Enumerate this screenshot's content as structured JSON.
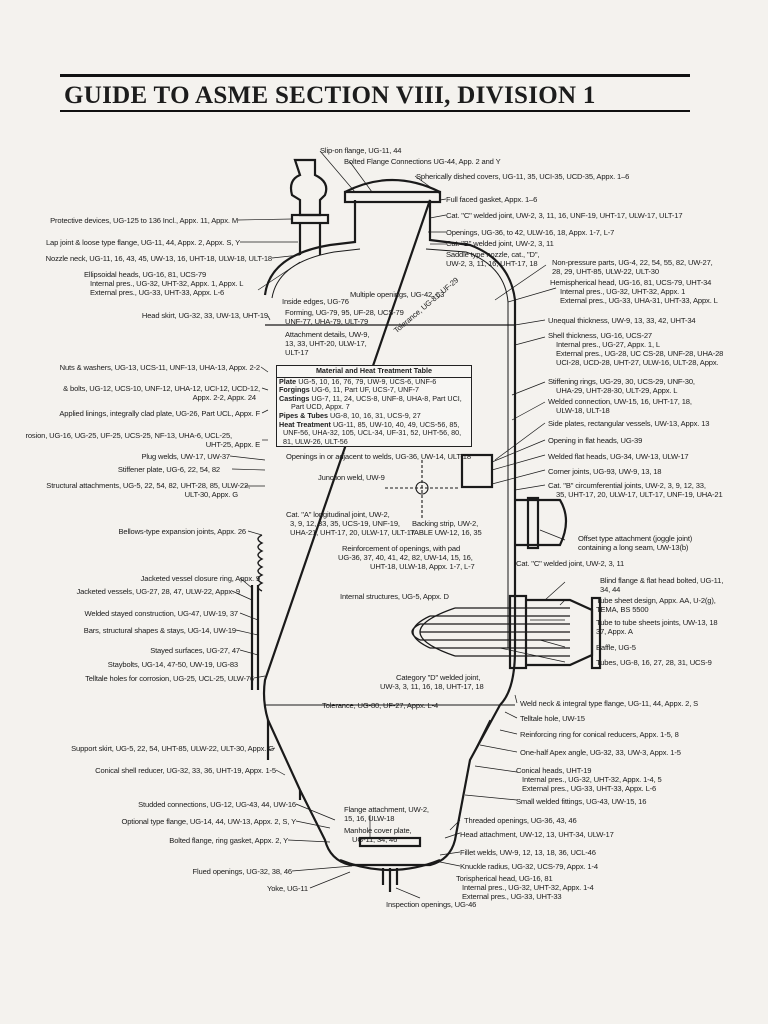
{
  "page": {
    "title": "GUIDE TO ASME SECTION VIII, DIVISION 1"
  },
  "labels": {
    "slip_on": "Slip-on flange, UG-11, 44",
    "bolted_flange_conn": "Bolted Flange Connections UG-44, App. 2 and Y",
    "spherical_covers": "Spherically dished covers, UG-11, 35, UCI-35, UCD-35, Appx. 1–6",
    "full_face": "Full faced gasket, Appx. 1–6",
    "cat_c": "Cat. \"C\" welded joint, UW-2, 3, 11, 16, UNF-19, UHT-17, ULW-17, ULT-17",
    "openings": "Openings, UG-36, to 42, ULW-16, 18, Appx. 1-7, L-7",
    "cat_b": "Cat. \"B\" welded joint, UW-2, 3, 11",
    "saddle1": "Saddle type nozzle, cat., \"D\",",
    "saddle2": "UW-2, 3, 11, 16, UHT-17, 18",
    "nonpress1": "Non-pressure parts, UG-4, 22, 54, 55, 82, UW-27,",
    "nonpress2": "28, 29, UHT-85, ULW-22, ULT-30",
    "hemi1": "Hemispherical head, UG-16, 81, UCS-79, UHT-34",
    "hemi2": "Internal pres., UG-32, UHT-32, Appx. 1",
    "hemi3": "External pres., UG-33, UHA-31, UHT-33, Appx. L",
    "protective": "Protective devices, UG-125 to 136 Incl., Appx. 11, Appx. M",
    "lap_joint": "Lap joint & loose type flange, UG-11, 44, Appx. 2, Appx. S, Y",
    "nozzle_neck": "Nozzle neck, UG-11, 16, 43, 45, UW-13, 16, UHT-18, ULW-18, ULT-18",
    "ellip1": "Ellipsoidal heads, UG-16, 81, UCS-79",
    "ellip2": "Internal pres., UG-32, UHT-32, Appx. 1, Appx. L",
    "ellip3": "External pres., UG-33, UHT-33, Appx. L-6",
    "inside_edges": "Inside edges, UG-76",
    "multiple_openings": "Multiple openings, UG-42, 53",
    "head_skirt": "Head skirt, UG-32, 33, UW-13, UHT-19",
    "forming1": "Forming, UG-79, 95, UF-28, UCS-79",
    "forming2": "UNF-77, UHA-79, ULT-79",
    "attach1": "Attachment details, UW-9,",
    "attach2": "13, 33, UHT-20, ULW-17,",
    "attach3": "ULT-17",
    "tolerance_top": "Tolerance, UG-81, UF-29",
    "unequal": "Unequal thickness, UW-9, 13, 33, 42, UHT-34",
    "shell1": "Shell thickness, UG-16, UCS-27",
    "shell2": "Internal pres., UG-27, Appx. 1, L",
    "shell3": "External pres., UG-28, UC CS-28, UNF-28, UHA-28",
    "shell4": "UCI-28, UCD-28, UHT-27, ULW-16, ULT-28, Appx.",
    "nuts": "Nuts & washers, UG-13, UCS-11, UNF-13, UHA-13, Appx. 2-2",
    "bolts1": "& bolts, UG-12, UCS-10, UNF-12, UHA-12, UCI-12, UCD-12,",
    "bolts2": "Appx. 2-2, Appx. 24",
    "linings": "Applied linings, integrally clad plate, UG-26, Part UCL, Appx. F",
    "corrosion1": "rosion, UG-16, UG-25, UF-25, UCS-25, NF-13, UHA-6, UCL-25,",
    "corrosion2": "UHT-25, Appx. E",
    "stiff1": "Stiffening rings, UG-29, 30, UCS-29, UNF-30,",
    "stiff2": "UHA-29, UHT-28-30, ULT-29, Appx. L",
    "welded1": "Welded connection, UW-15, 16, UHT-17, 18,",
    "welded2": "ULW-18, ULT-18",
    "side_plates": "Side plates, rectangular vessels, UW-13, Appx. 13",
    "flat_heads_open": "Opening in flat heads, UG-39",
    "plug_welds": "Plug welds, UW-17, UW-37",
    "stiff_plate": "Stiffener plate, UG-6, 22, 54, 82",
    "struct1": "Structural attachments, UG-5, 22, 54, 82, UHT-28, 85, ULW-22,",
    "struct2": "ULT-30, Appx. G",
    "openings_adj": "Openings in or adjacent to welds, UG-36, UW-14, ULT-18",
    "welded_flat": "Welded flat heads, UG-34, UW-13, ULW-17",
    "corner": "Corner joints, UG-93, UW-9, 13, 18",
    "catb_circ1": "Cat. \"B\" circumferential joints, UW-2, 3, 9, 12, 33,",
    "catb_circ2": "35, UHT-17, 20, ULW-17, ULT-17, UNF-19, UHA-21",
    "junction": "Junction weld, UW-9",
    "cata1": "Cat. \"A\" longitudinal joint, UW-2,",
    "cata2": "3, 9, 12, 33, 35, UCS-19, UNF-19,",
    "cata3": "UHA-21, UHT-17, 20, ULW-17, ULT-17",
    "backing1": "Backing strip, UW-2,",
    "backing2": "TABLE UW-12, 16, 35",
    "bellows": "Bellows-type expansion joints, Appx. 26",
    "reinf1": "Reinforcement of openings, with pad",
    "reinf2": "UG-36, 37, 40, 41, 42, 82, UW-14, 15, 16,",
    "reinf3": "UHT-18, ULW-18, Appx. 1-7, L-7",
    "offset1": "Offset type attachment (joggle joint)",
    "offset2": "containing a long seam, UW-13(b)",
    "catc2": "Cat. \"C\" welded joint, UW-2, 3, 11",
    "jacket_closure": "Jacketed vessel closure ring, Appx. 9",
    "jacketed": "Jacketed vessels, UG-27, 28, 47, ULW-22, Appx. 9",
    "blind1": "Blind flange & flat head bolted, UG-11,",
    "blind2": "34, 44",
    "internal_struct": "Internal structures, UG-5, Appx. D",
    "tubesheet1": "Tube sheet design, Appx. AA, U-2(g),",
    "tubesheet2": "TEMA, BS 5500",
    "stayed_const": "Welded stayed construction, UG-47, UW-19, 37",
    "bars": "Bars, structural shapes & stays, UG-14, UW-19",
    "tube_joint1": "Tube to tube sheets joints, UW-13, 18",
    "tube_joint2": "37, Appx. A",
    "stayed_surf": "Stayed surfaces, UG-27, 47",
    "staybolts": "Staybolts, UG-14, 47-50, UW-19, UG-83",
    "baffle": "Baffle, UG-5",
    "tubes": "Tubes, UG-8, 16, 27, 28, 31, UCS-9",
    "telltale_corr": "Telltale holes for corrosion, UG-25, UCL-25, ULW-76",
    "catd1": "Category \"D\" welded joint,",
    "catd2": "UW-3, 3, 11, 16, 18, UHT-17, 18",
    "tolerance_bot": "Tolerance, UG-80, UF-27, Appx. L-4",
    "weld_neck": "Weld neck & integral type flange, UG-11, 44, Appx. 2, S",
    "telltale_hole": "Telltale hole, UW-15",
    "support_skirt": "Support skirt, UG-5, 22, 54, UHT-85, ULW-22, ULT-30, Appx. G",
    "reinf_ring": "Reinforcing ring for conical reducers, Appx. 1-5, 8",
    "conical_reducer": "Conical shell reducer, UG-32, 33, 36, UHT-19, Appx. 1-5",
    "half_apex": "One-half Apex angle, UG-32, 33, UW-3, Appx. 1-5",
    "conical1": "Conical heads, UHT-19",
    "conical2": "Internal pres., UG-32, UHT-32, Appx. 1-4, 5",
    "conical3": "External pres., UG-33, UHT-33, Appx. L-6",
    "studded": "Studded connections, UG-12, UG-43, 44, UW-16",
    "small_welded": "Small welded fittings, UG-43, UW-15, 16",
    "flange_attach1": "Flange attachment, UW-2,",
    "flange_attach2": "15, 16, ULW-18",
    "manhole1": "Manhole cover plate,",
    "manhole2": "UG-11, 34, 46",
    "optional_flange": "Optional type flange, UG-14, 44, UW-13, Appx. 2, S, Y",
    "threaded": "Threaded openings, UG-36, 43, 46",
    "ring_gasket": "Bolted flange, ring gasket, Appx. 2, Y",
    "head_attach": "Head attachment, UW-12, 13, UHT-34, ULW-17",
    "fillet": "Fillet welds, UW-9, 12, 13, 18, 36, UCL-46",
    "knuckle": "Knuckle radius, UG-32, UCS-79, Appx. 1-4",
    "flued": "Flued openings, UG-32, 38, 46",
    "tori1": "Torispherical head, UG-16, 81",
    "tori2": "Internal pres., UG-32, UHT-32, Appx. 1-4",
    "tori3": "External pres., UG-33, UHT-33",
    "yoke": "Yoke, UG-11",
    "inspection": "Inspection openings, UG-46"
  },
  "material_table": {
    "heading": "Material and Heat Treatment Table",
    "rows": [
      {
        "label": "Plate",
        "text": "UG-5, 10, 16, 76, 79, UW-9, UCS-6, UNF-6"
      },
      {
        "label": "Forgings",
        "text": "UG-6, 11, Part UF, UCS-7, UNF-7"
      },
      {
        "label": "Castings",
        "text": "UG-7, 11, 24, UCS-8, UNF-8, UHA-8, Part UCI,"
      },
      {
        "label": "",
        "text": "Part UCD, Appx. 7"
      },
      {
        "label": "Pipes & Tubes",
        "text": "UG-8, 10, 16, 31, UCS-9, 27"
      },
      {
        "label": "Heat Treatment",
        "text": "UG-11, 85, UW-10, 40, 49, UCS-56, 85,"
      },
      {
        "label": "",
        "text": "UNF-56, UHA-32, 105, UCL-34, UF-31, 52, UHT-56, 80,"
      },
      {
        "label": "",
        "text": "81, ULW-26, ULT-56"
      }
    ]
  }
}
